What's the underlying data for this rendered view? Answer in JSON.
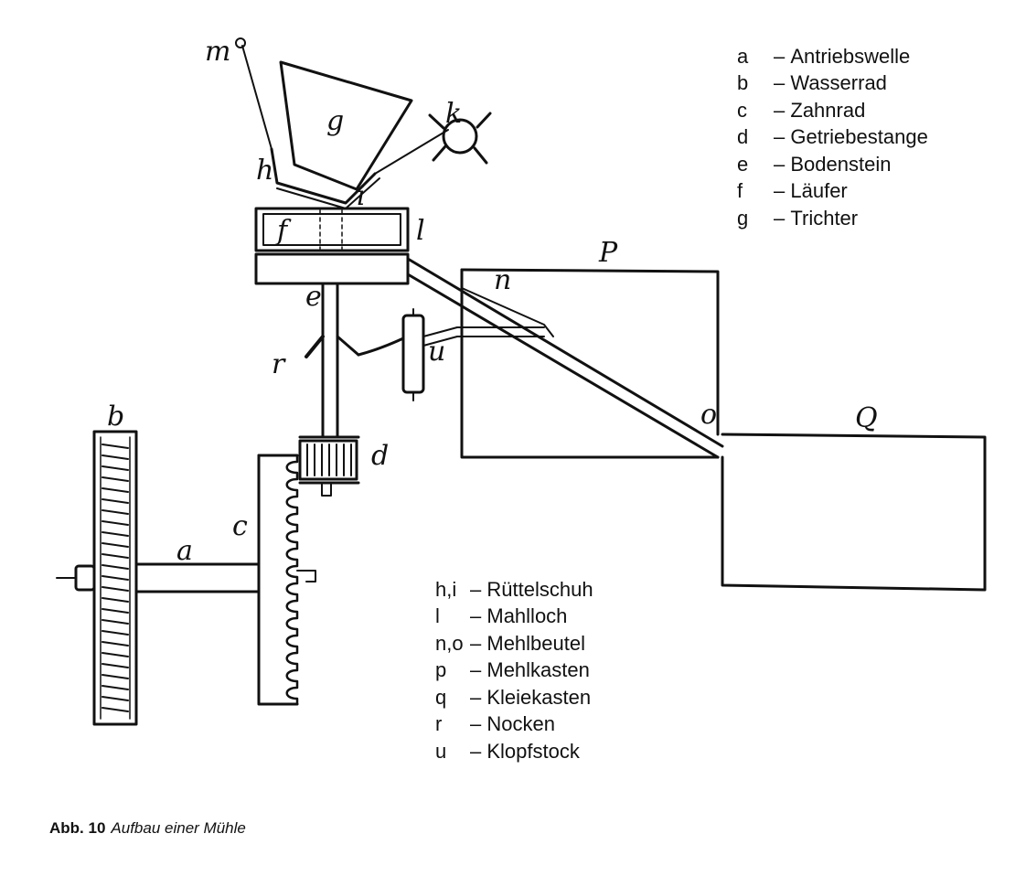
{
  "diagram": {
    "part_labels": {
      "a": "a",
      "b": "b",
      "c": "c",
      "d": "d",
      "e": "e",
      "f": "f",
      "g": "g",
      "h": "h",
      "i": "i",
      "k": "k",
      "l": "l",
      "m": "m",
      "n": "n",
      "o": "o",
      "p": "P",
      "q": "Q",
      "r": "r",
      "u": "u"
    }
  },
  "legend_top": [
    {
      "key": "a",
      "dash": "–",
      "label": "Antriebswelle"
    },
    {
      "key": "b",
      "dash": "–",
      "label": "Wasserrad"
    },
    {
      "key": "c",
      "dash": "–",
      "label": "Zahnrad"
    },
    {
      "key": "d",
      "dash": "–",
      "label": "Getriebestange"
    },
    {
      "key": "e",
      "dash": "–",
      "label": "Bodenstein"
    },
    {
      "key": "f",
      "dash": "–",
      "label": "Läufer"
    },
    {
      "key": "g",
      "dash": "–",
      "label": "Trichter"
    }
  ],
  "legend_bottom": [
    {
      "key": "h,i",
      "dash": "–",
      "label": "Rüttelschuh"
    },
    {
      "key": "l",
      "dash": "–",
      "label": "Mahlloch"
    },
    {
      "key": "n,o",
      "dash": "–",
      "label": "Mehlbeutel"
    },
    {
      "key": "p",
      "dash": "–",
      "label": "Mehlkasten"
    },
    {
      "key": "q",
      "dash": "–",
      "label": "Kleiekasten"
    },
    {
      "key": "r",
      "dash": "–",
      "label": "Nocken"
    },
    {
      "key": "u",
      "dash": "–",
      "label": "Klopfstock"
    }
  ],
  "caption": {
    "prefix": "Abb. 10",
    "text": "Aufbau einer Mühle"
  },
  "colors": {
    "ink": "#111111",
    "background": "#ffffff"
  }
}
